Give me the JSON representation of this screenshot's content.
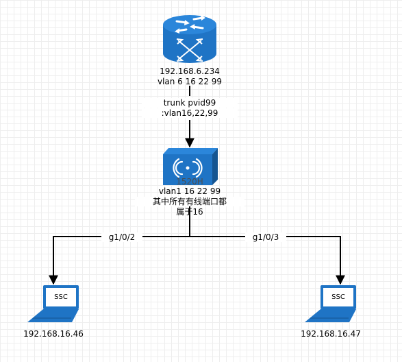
{
  "colors": {
    "device_fill": "#1f74c5",
    "device_dark": "#155591",
    "line": "#000000",
    "screen": "#ffffff"
  },
  "router": {
    "icon": "router-icon",
    "ip": "192.168.6.234",
    "vlans": "vlan 6 16 22 99"
  },
  "trunk": {
    "line1": "trunk pvid99",
    "line2": ":vlan16,22,99"
  },
  "access_point": {
    "icon": "wireless-ap-icon",
    "model": "1520H",
    "vlans": "vlan1 16 22 99",
    "note_line1": "其中所有有线端口都",
    "note_line2": "属于16"
  },
  "ports": {
    "left": "g1/0/2",
    "right": "g1/0/3"
  },
  "clients": [
    {
      "icon": "laptop-icon",
      "screen_text": "SSC",
      "ip": "192.168.16.46"
    },
    {
      "icon": "laptop-icon",
      "screen_text": "SSC",
      "ip": "192.168.16.47"
    }
  ]
}
